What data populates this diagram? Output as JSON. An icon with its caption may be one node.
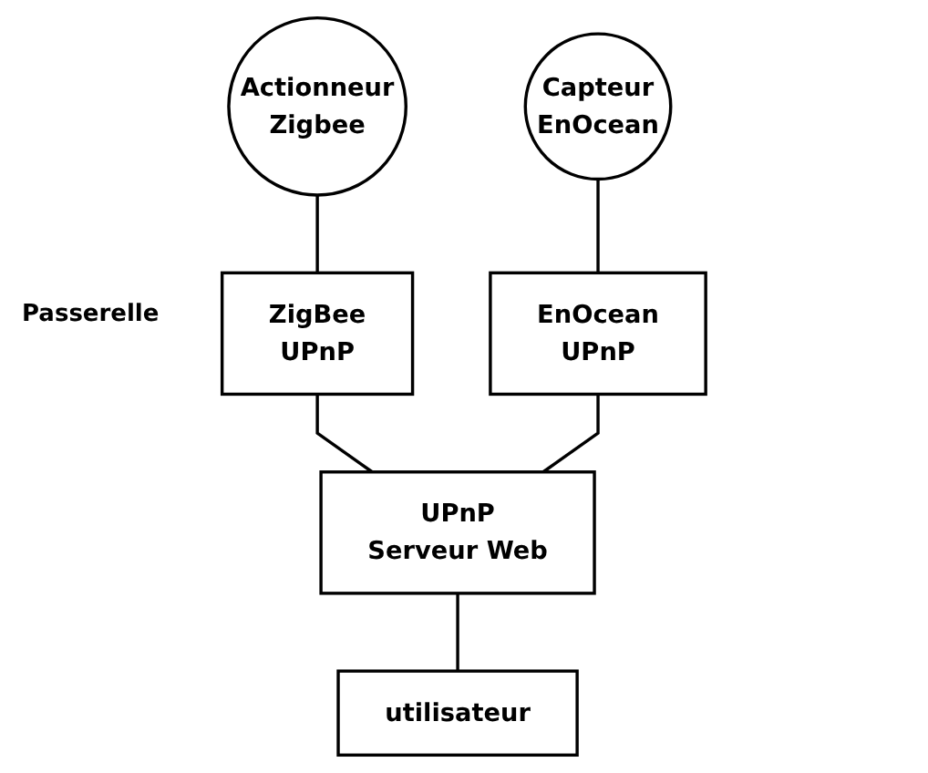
{
  "diagram": {
    "nodes": [
      {
        "text": [
          "Actionneur",
          "Zigbee"
        ]
      },
      {
        "text": [
          "Capteur",
          "EnOcean"
        ]
      },
      {
        "text": [
          "ZigBee",
          "UPnP"
        ]
      },
      {
        "text": [
          "EnOcean",
          "UPnP"
        ]
      },
      {
        "text": [
          "UPnP",
          "Serveur Web"
        ]
      },
      {
        "text": [
          "utilisateur"
        ]
      }
    ],
    "edges": [
      {
        "from": 0,
        "to": 2,
        "arrow": "none"
      },
      {
        "from": 1,
        "to": 3,
        "arrow": "none"
      },
      {
        "from": 2,
        "to": 4,
        "arrow": "none"
      },
      {
        "from": 3,
        "to": 4,
        "arrow": "none"
      },
      {
        "from": 4,
        "to": 5,
        "arrow": "none"
      }
    ],
    "labels": [
      "Passerelle"
    ]
  }
}
